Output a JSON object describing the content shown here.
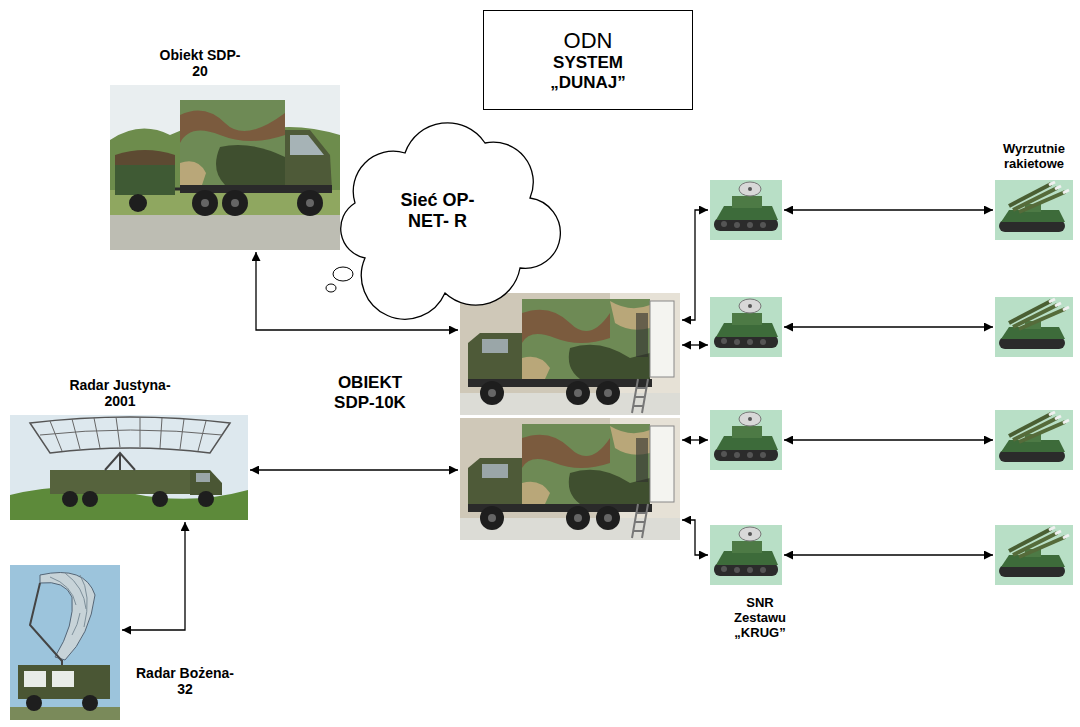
{
  "diagram": {
    "nodes": [
      {
        "text": [
          "Obiekt SDP-20"
        ]
      },
      {
        "text": [
          "ODN",
          "SYSTEM „DUNAJ”"
        ]
      },
      {
        "text": [
          "Sieć OP- NET- R"
        ]
      },
      {
        "text": [
          "Radar Justyna-2001"
        ]
      },
      {
        "text": [
          "Radar Bożena-32"
        ]
      },
      {
        "text": [
          "OBIEKT SDP-10K"
        ]
      },
      {
        "text": [
          "SNR Zestawu „KRUG”"
        ]
      },
      {
        "text": [
          "Wyrzutnie rakietowe"
        ]
      }
    ],
    "edges": [
      {
        "from": 0,
        "to": 5,
        "arrow": "both"
      },
      {
        "from": 3,
        "to": 5,
        "arrow": "both"
      },
      {
        "from": 4,
        "to": 3,
        "arrow": "both"
      },
      {
        "from": 5,
        "to": 6,
        "arrow": "both"
      },
      {
        "from": 6,
        "to": 7,
        "arrow": "both"
      }
    ]
  }
}
